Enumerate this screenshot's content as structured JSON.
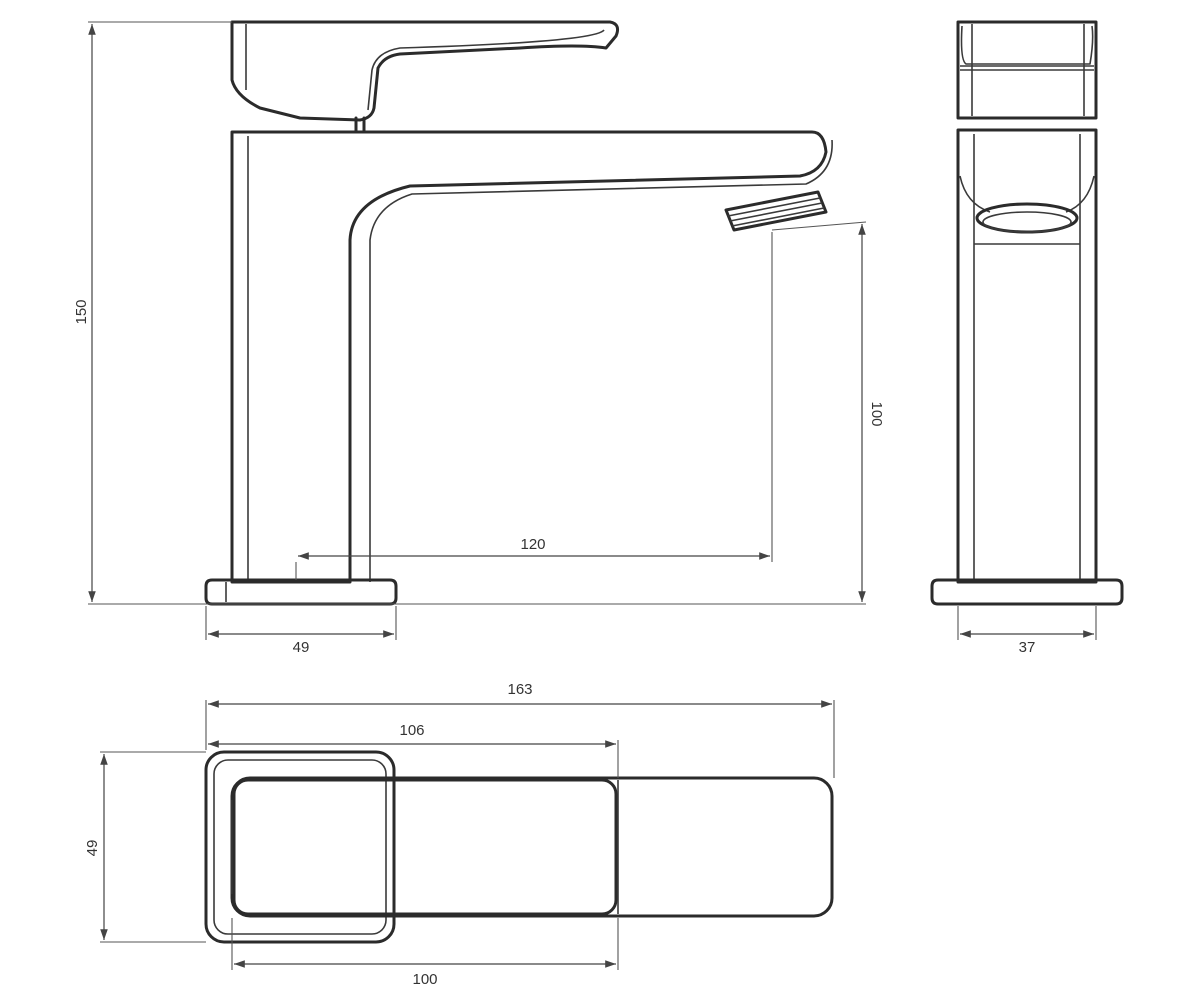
{
  "dimensions": {
    "total_height": "150",
    "outlet_height": "100",
    "spout_reach": "120",
    "base_depth_side": "49",
    "base_width_front": "37",
    "total_length_top": "163",
    "handle_length_top": "106",
    "depth_top": "49",
    "body_length_top": "100"
  },
  "colors": {
    "line": "#2b2b2b",
    "background": "#ffffff"
  }
}
